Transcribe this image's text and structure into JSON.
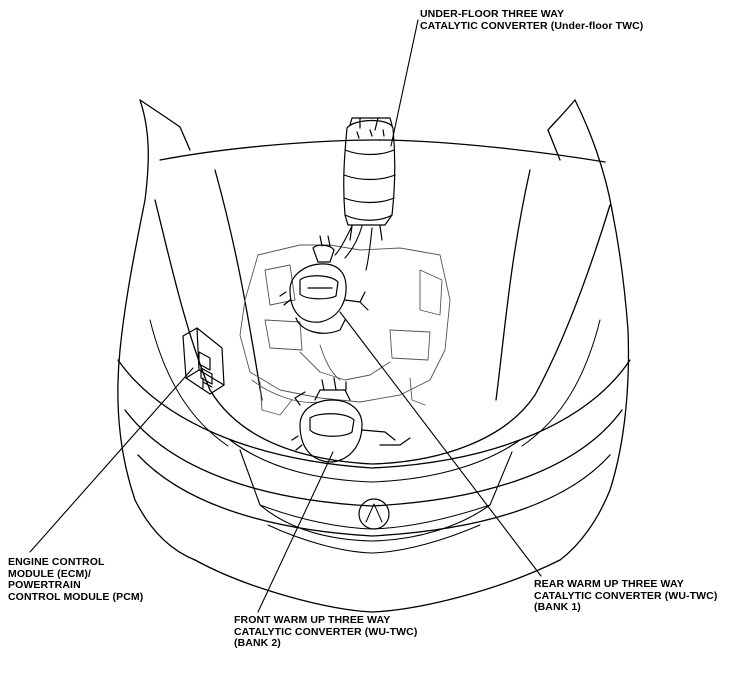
{
  "callouts": {
    "underfloor": {
      "lines": [
        "UNDER-FLOOR THREE WAY",
        "CATALYTIC CONVERTER (Under-floor TWC)"
      ]
    },
    "ecm": {
      "lines": [
        "ENGINE CONTROL",
        "MODULE (ECM)/",
        "POWERTRAIN",
        "CONTROL MODULE (PCM)"
      ]
    },
    "front": {
      "lines": [
        "FRONT WARM UP THREE WAY",
        "CATALYTIC CONVERTER (WU-TWC)",
        "(BANK 2)"
      ]
    },
    "rear": {
      "lines": [
        "REAR WARM UP THREE WAY",
        "CATALYTIC CONVERTER (WU-TWC)",
        "(BANK 1)"
      ]
    }
  }
}
